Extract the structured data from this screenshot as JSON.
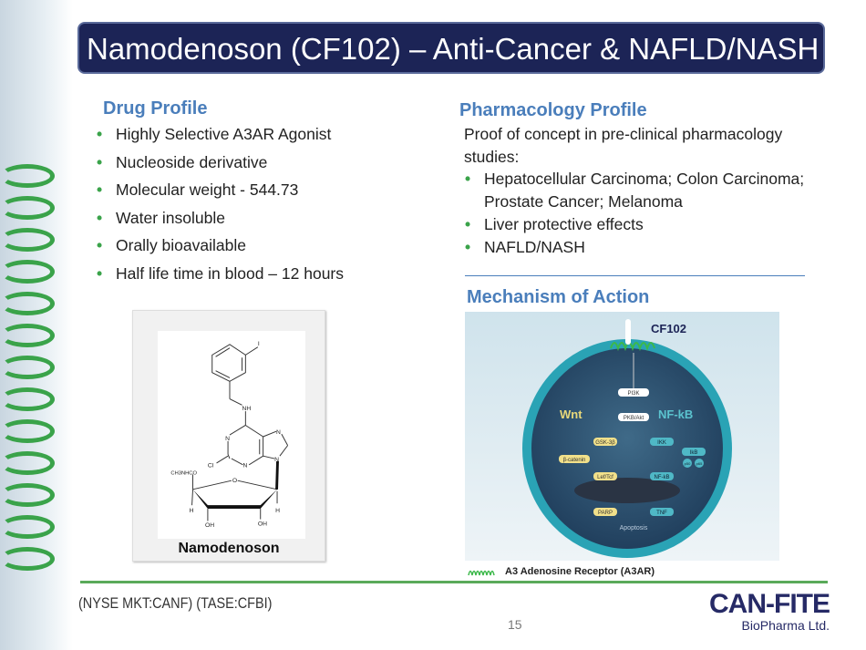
{
  "title": "Namodenoson (CF102) – Anti-Cancer & NAFLD/NASH",
  "drug_profile": {
    "heading": "Drug Profile",
    "items": [
      "Highly Selective A3AR Agonist",
      "Nucleoside derivative",
      "Molecular weight - 544.73",
      "Water insoluble",
      "Orally bioavailable",
      "Half life time in blood – 12 hours"
    ]
  },
  "pharmacology": {
    "heading": "Pharmacology Profile",
    "intro": "Proof of concept in pre-clinical pharmacology studies:",
    "items": [
      "Hepatocellular Carcinoma; Colon Carcinoma; Prostate Cancer; Melanoma",
      "Liver protective effects",
      "NAFLD/NASH"
    ]
  },
  "structure": {
    "caption": "Namodenoson",
    "atoms": {
      "i": "I",
      "nh": "NH",
      "n": "N",
      "cl": "Cl",
      "o": "O",
      "amide": "CH3NHCO",
      "h": "H",
      "oh": "OH"
    }
  },
  "mechanism": {
    "heading": "Mechanism of Action",
    "drug": "CF102",
    "wnt": "Wnt",
    "nfkb_title": "NF-kB",
    "nodes": {
      "pi3k": "PI3K",
      "pkb": "PKB/Akt",
      "gsk": "GSK-3β",
      "ikk": "IKK",
      "bcat": "β-catenin",
      "ikb": "IkB",
      "p50": "p50",
      "p65": "p65",
      "leftcf": "Lef/Tcf",
      "nfkb": "NF-kB",
      "parp": "PARP",
      "tnf": "TNF",
      "apoptosis": "Apoptosis"
    },
    "legend": "A3 Adenosine Receptor (A3AR)"
  },
  "footer": {
    "ticker": "(NYSE MKT:CANF)  (TASE:CFBI)",
    "page": "15",
    "logo_brand": "CAN-FITE",
    "logo_sub": "BioPharma Ltd."
  },
  "colors": {
    "title_bg": "#1c2456",
    "heading": "#4a7ebb",
    "bullet": "#3aa34a",
    "rule": "#5aaa5a"
  }
}
